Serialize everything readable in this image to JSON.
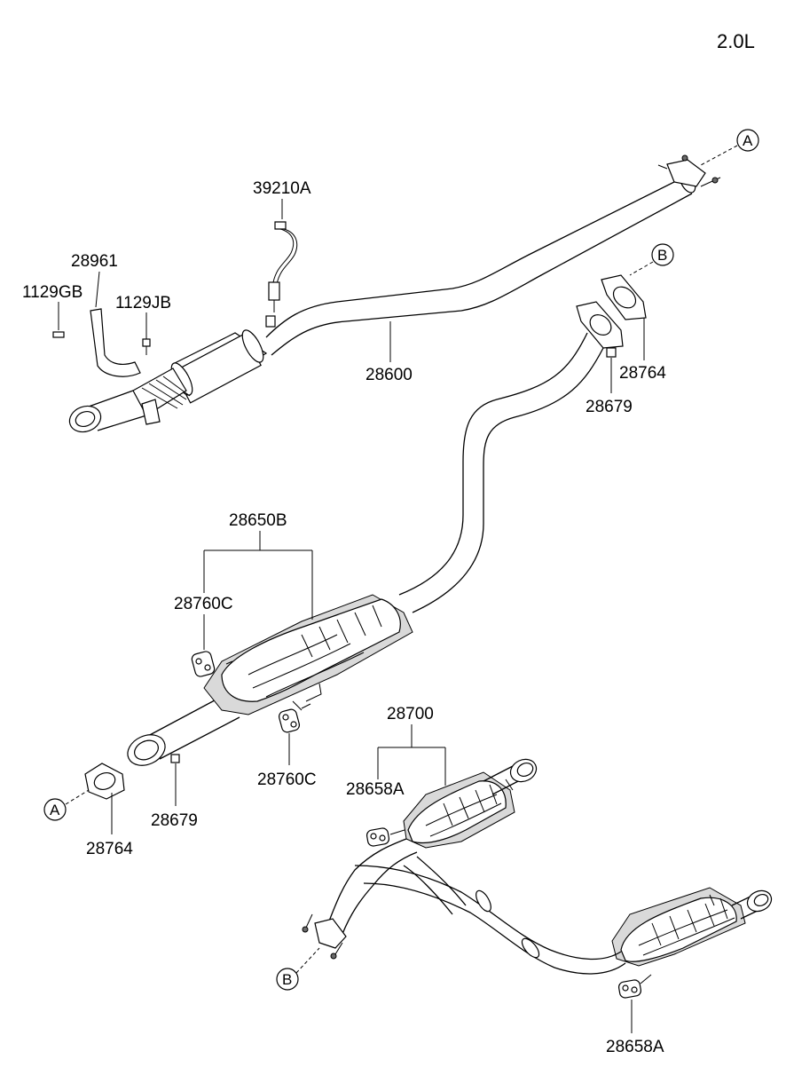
{
  "engine_label": "2.0L",
  "callouts": {
    "ref_a_top": "A",
    "ref_b_top": "B",
    "ref_a_left": "A",
    "ref_b_bottom": "B"
  },
  "part_labels": {
    "oxygen_sensor": "39210A",
    "bracket": "28961",
    "bolt_gb": "1129GB",
    "bolt_jb": "1129JB",
    "front_pipe": "28600",
    "gasket_b": "28764",
    "nut_upper": "28679",
    "center_muffler_assy": "28650B",
    "hanger_c_upper": "28760C",
    "hanger_c_lower": "28760C",
    "nut_lower": "28679",
    "gasket_a": "28764",
    "rear_muffler_assy": "28700",
    "hanger_a_upper": "28658A",
    "hanger_a_lower": "28658A"
  }
}
